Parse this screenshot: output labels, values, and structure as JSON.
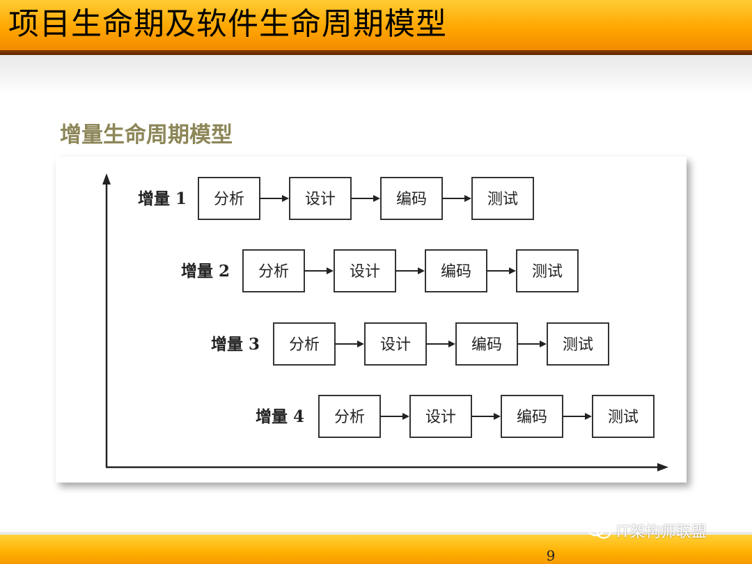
{
  "slide": {
    "title": "项目生命期及软件生命周期模型",
    "subtitle": "增量生命周期模型",
    "page_number": "9"
  },
  "diagram": {
    "increments": [
      {
        "label": "增量 1",
        "steps": [
          "分析",
          "设计",
          "编码",
          "测试"
        ]
      },
      {
        "label": "增量 2",
        "steps": [
          "分析",
          "设计",
          "编码",
          "测试"
        ]
      },
      {
        "label": "增量 3",
        "steps": [
          "分析",
          "设计",
          "编码",
          "测试"
        ]
      },
      {
        "label": "增量 4",
        "steps": [
          "分析",
          "设计",
          "编码",
          "测试"
        ]
      }
    ]
  },
  "watermark": {
    "icon": "wechat-icon",
    "text": "IT架构师联盟"
  },
  "colors": {
    "header": "#ffa500",
    "header_line": "#5a2500",
    "subtitle": "#8c8658",
    "footer": "#ffb000"
  }
}
